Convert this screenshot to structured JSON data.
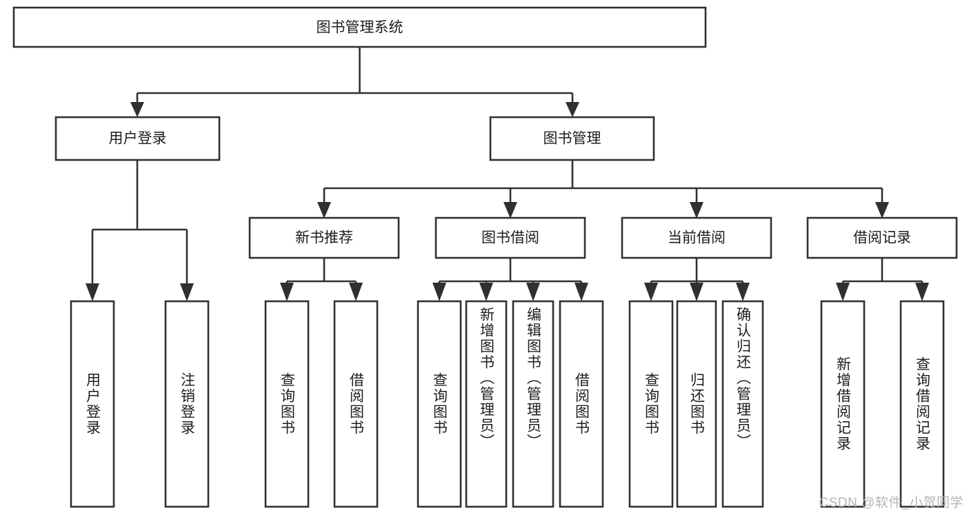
{
  "diagram": {
    "type": "tree",
    "title_node": {
      "label": "图书管理系统"
    },
    "level1": [
      {
        "id": "user-login",
        "label": "用户登录"
      },
      {
        "id": "book-management",
        "label": "图书管理"
      }
    ],
    "level2": [
      {
        "id": "new-book-recommend",
        "label": "新书推荐",
        "parent": "book-management"
      },
      {
        "id": "book-borrow",
        "label": "图书借阅",
        "parent": "book-management"
      },
      {
        "id": "current-borrow",
        "label": "当前借阅",
        "parent": "book-management"
      },
      {
        "id": "borrow-record",
        "label": "借阅记录",
        "parent": "book-management"
      }
    ],
    "leaves": [
      {
        "id": "leaf-user-login",
        "label": "用户登录",
        "parent": "user-login"
      },
      {
        "id": "leaf-logout-login",
        "label": "注销登录",
        "parent": "user-login"
      },
      {
        "id": "leaf-query-book-1",
        "label": "查询图书",
        "parent": "new-book-recommend"
      },
      {
        "id": "leaf-borrow-book-1",
        "label": "借阅图书",
        "parent": "new-book-recommend"
      },
      {
        "id": "leaf-query-book-2",
        "label": "查询图书",
        "parent": "book-borrow"
      },
      {
        "id": "leaf-add-book",
        "label": "新增图书（管理员）",
        "parent": "book-borrow"
      },
      {
        "id": "leaf-edit-book",
        "label": "编辑图书（管理员）",
        "parent": "book-borrow"
      },
      {
        "id": "leaf-borrow-book-2",
        "label": "借阅图书",
        "parent": "book-borrow"
      },
      {
        "id": "leaf-query-book-3",
        "label": "查询图书",
        "parent": "current-borrow"
      },
      {
        "id": "leaf-return-book",
        "label": "归还图书",
        "parent": "current-borrow"
      },
      {
        "id": "leaf-confirm-return",
        "label": "确认归还（管理员）",
        "parent": "current-borrow"
      },
      {
        "id": "leaf-add-record",
        "label": "新增借阅记录",
        "parent": "borrow-record"
      },
      {
        "id": "leaf-query-record",
        "label": "查询借阅记录",
        "parent": "borrow-record"
      }
    ],
    "colors": {
      "box_stroke": "#303030",
      "box_fill": "#ffffff",
      "text": "#1d1d1d",
      "background": "#ffffff",
      "watermark": "#b4b4b4"
    }
  },
  "watermark": {
    "text": "CSDN @软件_小贺同学"
  }
}
